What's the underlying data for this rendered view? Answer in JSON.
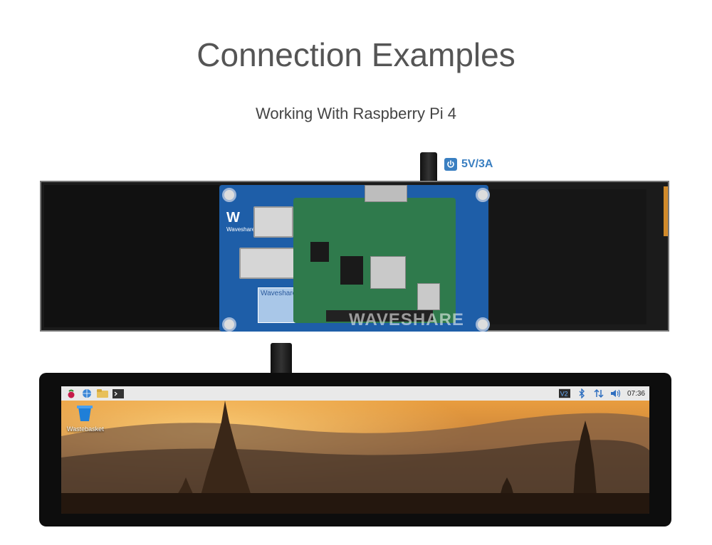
{
  "heading": {
    "title": "Connection Examples",
    "subtitle": "Working With Raspberry Pi 4"
  },
  "power": {
    "label": "5V/3A",
    "icon": "power-icon",
    "color": "#3a7fc1"
  },
  "hardware": {
    "board_brand": "Waveshare",
    "watermark": "WAVESHARE",
    "sticker_text": "Waveshare"
  },
  "desktop": {
    "taskbar": {
      "left_icons": [
        "raspberry-icon",
        "globe-icon",
        "folder-icon",
        "terminal-icon"
      ],
      "right_icons": [
        "vnc-icon",
        "bluetooth-icon",
        "network-icon",
        "volume-icon"
      ],
      "clock": "07:36"
    },
    "desktop_icon_label": "Wastebasket"
  },
  "colors": {
    "title": "#555555",
    "panel": "#1b1b1b",
    "board_blue": "#1e5ea8",
    "board_green": "#2f7a4c"
  }
}
